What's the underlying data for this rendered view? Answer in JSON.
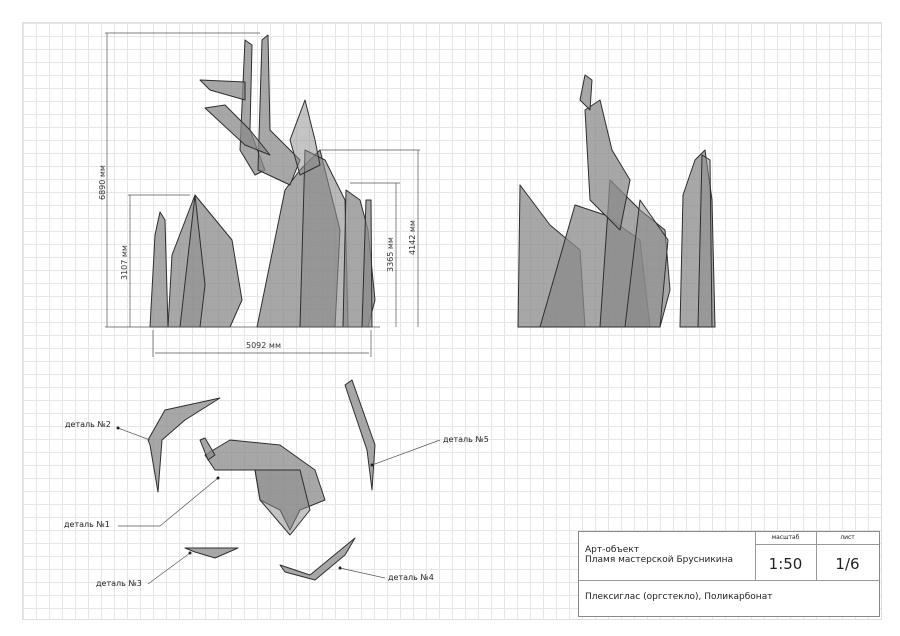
{
  "dimensions": {
    "total_height": "6890 мм",
    "left_height": "3107 мм",
    "right_inner_height": "3365 мм",
    "right_height": "4142 мм",
    "width": "5092 мм"
  },
  "details": [
    {
      "label": "деталь №1"
    },
    {
      "label": "деталь №2"
    },
    {
      "label": "деталь №3"
    },
    {
      "label": "деталь №4"
    },
    {
      "label": "деталь №5"
    }
  ],
  "title_block": {
    "title_line1": "Арт-объект",
    "title_line2": "Пламя мастерской Брусникина",
    "scale_header": "масштаб",
    "scale_value": "1:50",
    "sheet_header": "лист",
    "sheet_value": "1/6",
    "material": "Плексиглас (оргстекло), Поликарбонат"
  },
  "colors": {
    "fill": "#8a8a8a",
    "stroke": "#333333",
    "grid": "#e6e6e6"
  }
}
